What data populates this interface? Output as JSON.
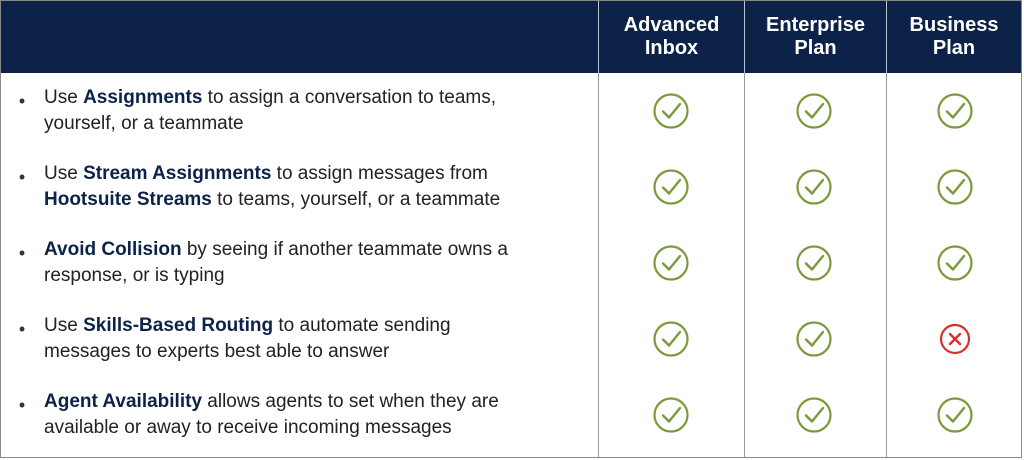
{
  "columns": [
    {
      "line1": "Advanced",
      "line2": "Inbox"
    },
    {
      "line1": "Enterprise",
      "line2": "Plan"
    },
    {
      "line1": "Business",
      "line2": "Plan"
    }
  ],
  "rows": [
    {
      "pre": "Use ",
      "bold1": "Assignments",
      "mid": " to assign a conversation to teams,",
      "bold2": "",
      "post": "yourself, or a teammate",
      "support": [
        true,
        true,
        true
      ]
    },
    {
      "pre": "Use ",
      "bold1": "Stream Assignments",
      "mid": " to assign messages from",
      "bold2": "Hootsuite Streams",
      "post": " to teams, yourself, or a teammate",
      "support": [
        true,
        true,
        true
      ]
    },
    {
      "pre": "",
      "bold1": "Avoid Collision",
      "mid": " by seeing if another teammate owns a",
      "bold2": "",
      "post": "response, or is typing",
      "support": [
        true,
        true,
        true
      ]
    },
    {
      "pre": "Use ",
      "bold1": "Skills-Based Routing",
      "mid": " to automate sending",
      "bold2": "",
      "post": "messages to experts best able to answer",
      "support": [
        true,
        true,
        false
      ]
    },
    {
      "pre": "",
      "bold1": "Agent Availability",
      "mid": " allows agents to set when they are",
      "bold2": "",
      "post": "available or away to receive incoming messages",
      "support": [
        true,
        true,
        true
      ]
    }
  ],
  "colors": {
    "header_bg": "#0c2248",
    "check": "#7a9a3c",
    "cross": "#d9302c"
  },
  "icons": {
    "yes": "check-circle-icon",
    "no": "x-circle-icon"
  }
}
